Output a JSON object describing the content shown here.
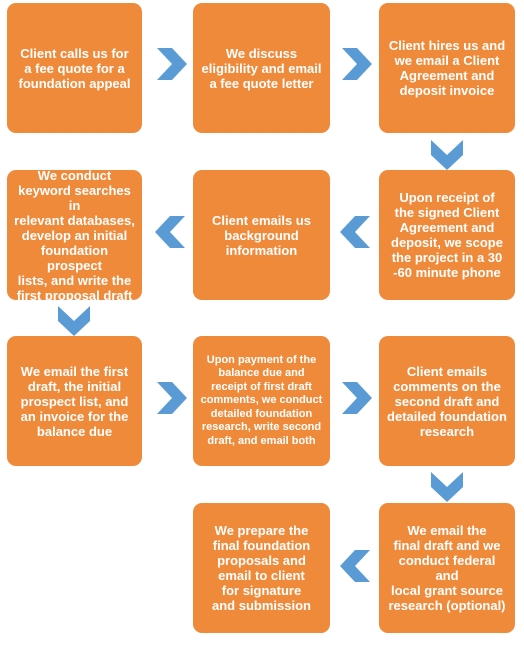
{
  "steps": [
    {
      "text": "Client calls us for\na fee quote for a\nfoundation appeal"
    },
    {
      "text": "We discuss\neligibility and email\na fee quote letter"
    },
    {
      "text": "Client hires us and\nwe email a Client\nAgreement and\ndeposit invoice"
    },
    {
      "text": "Upon receipt of\nthe signed Client\nAgreement and\ndeposit, we scope\nthe project in a 30\n-60 minute  phone"
    },
    {
      "text": "Client emails us\nbackground\ninformation"
    },
    {
      "text": "We conduct\nkeyword searches in\nrelevant databases,\ndevelop an initial\nfoundation prospect\nlists, and write the\nfirst proposal draft"
    },
    {
      "text": "We email the first\ndraft, the initial\nprospect list, and\nan invoice for the\nbalance due"
    },
    {
      "text": "Upon payment of the\nbalance due and\nreceipt of first draft\ncomments, we conduct\ndetailed foundation\nresearch, write second\ndraft, and email both"
    },
    {
      "text": "Client emails\ncomments on the\nsecond draft and\ndetailed foundation\nresearch"
    },
    {
      "text": "We email the\nfinal draft and we\nconduct federal and\nlocal grant source\nresearch (optional)"
    },
    {
      "text": "We prepare the\nfinal foundation\nproposals and\nemail to client\nfor signature\nand submission"
    }
  ],
  "colors": {
    "box": "#f08a3b",
    "text": "#ffffff",
    "arrow": "#5b9bd5"
  }
}
